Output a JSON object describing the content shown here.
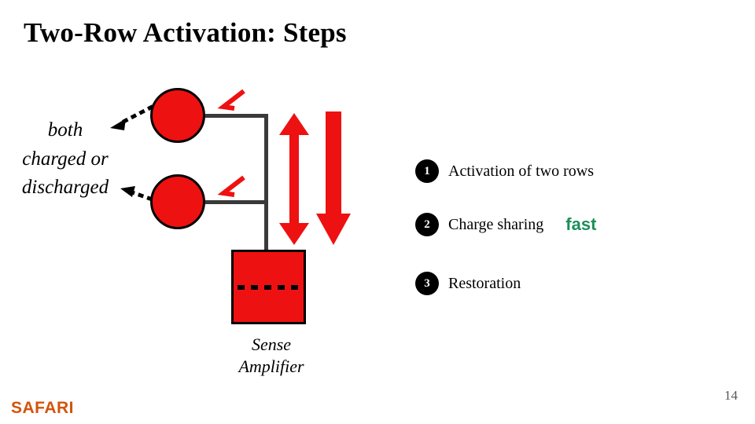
{
  "slide": {
    "title": "Two-Row Activation: Steps",
    "page_number": "14",
    "logo": "SAFARI"
  },
  "annotations": {
    "cells_note": "both\ncharged or\ndischarged",
    "cells_note_lines": [
      "both",
      "charged or",
      "discharged"
    ],
    "sense_amplifier_lines": [
      "Sense",
      "Amplifier"
    ]
  },
  "steps": [
    {
      "number": "1",
      "label": "Activation of two rows",
      "tag": ""
    },
    {
      "number": "2",
      "label": "Charge sharing",
      "tag": "fast"
    },
    {
      "number": "3",
      "label": "Restoration",
      "tag": ""
    }
  ],
  "colors": {
    "cell_fill": "#ee1111",
    "wire": "#3a3a3a",
    "accent_red": "#ee1111",
    "fast_green": "#1c8f5a",
    "logo_orange": "#d4530a",
    "text": "#000000"
  },
  "icons": {
    "dotted_arrow": "dotted-arrow-icon",
    "double_arrow": "double-headed-arrow-icon",
    "down_arrow": "down-arrow-icon",
    "slash": "red-slash-icon"
  }
}
